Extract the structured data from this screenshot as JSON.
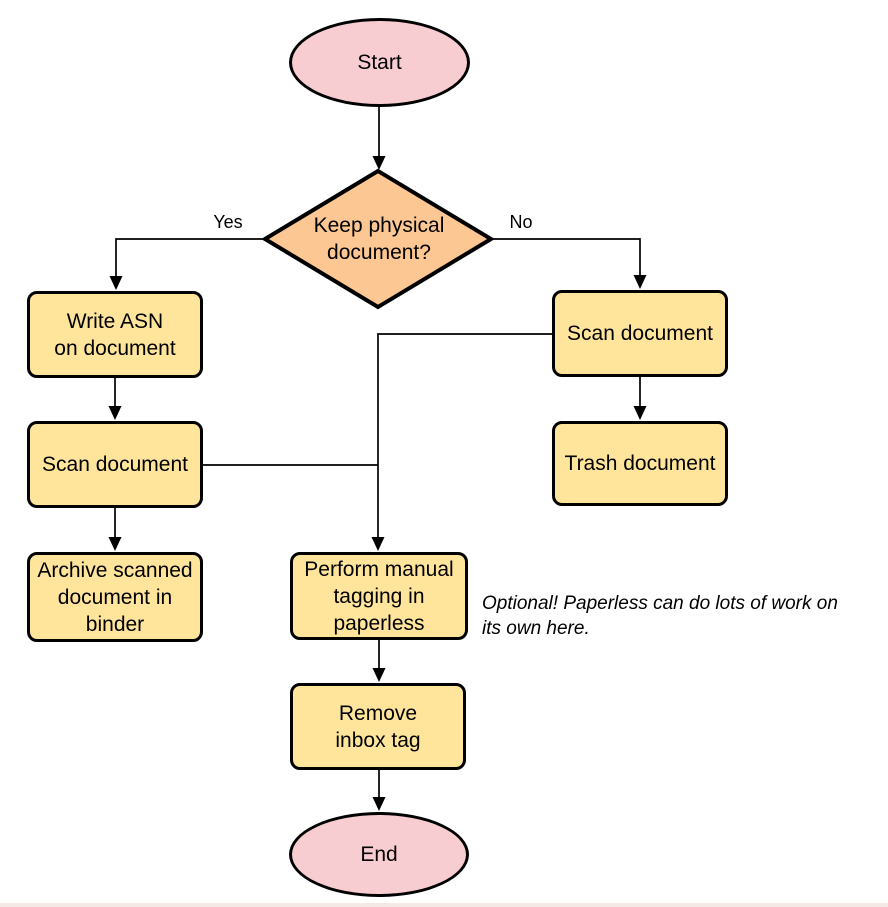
{
  "diagram": {
    "nodes": {
      "start": "Start",
      "decision": "Keep physical\ndocument?",
      "write_asn": "Write ASN\non document",
      "scan_left": "Scan document",
      "archive": "Archive scanned\ndocument in\nbinder",
      "scan_right": "Scan document",
      "trash": "Trash document",
      "tagging": "Perform manual\ntagging in\npaperless",
      "remove_inbox": "Remove\ninbox tag",
      "end": "End"
    },
    "edge_labels": {
      "yes": "Yes",
      "no": "No"
    },
    "annotation": "Optional! Paperless can do lots of work on\nits own here.",
    "colors": {
      "terminator_fill": "#F8CDD1",
      "decision_fill": "#FCC792",
      "process_fill": "#FFE59B",
      "stroke": "#000000",
      "connector": "#000000"
    }
  }
}
